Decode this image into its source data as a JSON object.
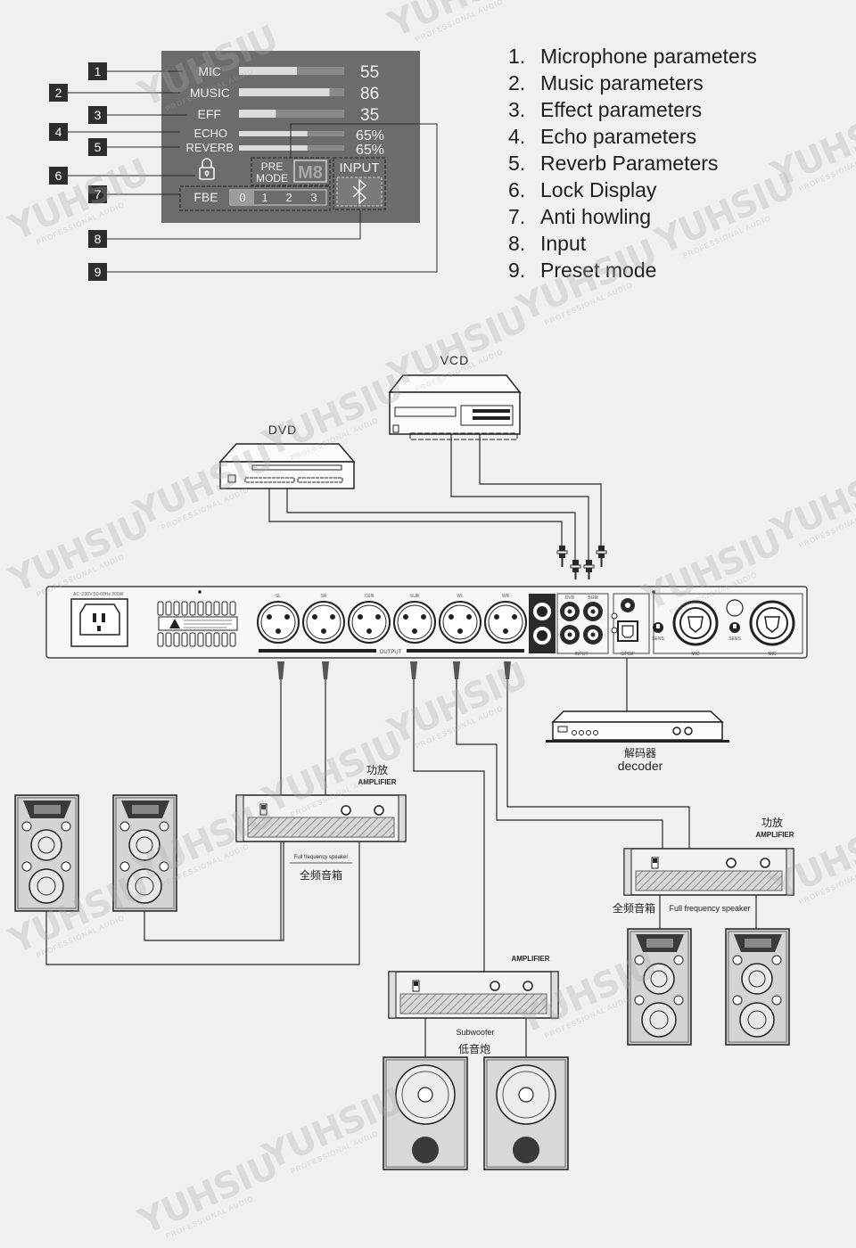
{
  "colors": {
    "screen_bg": "#6c6c6c",
    "screen_text": "#f2f2f2",
    "bar_fill": "#dcdcdc",
    "bar_track": "#8a8a8a",
    "callout_bg": "#2d2d2d",
    "line": "#2a2a2a",
    "device_body": "#f7f7f7",
    "speaker_body": "#c9c9c9"
  },
  "display": {
    "rows": [
      {
        "label": "MIC",
        "value": "55",
        "level": 0.55
      },
      {
        "label": "MUSIC",
        "value": "86",
        "level": 0.86
      },
      {
        "label": "EFF",
        "value": "35",
        "level": 0.35
      },
      {
        "label": "ECHO",
        "value": "65%",
        "level": 0.65
      },
      {
        "label": "REVERB",
        "value": "65%",
        "level": 0.65
      }
    ],
    "lock_icon": "lock-icon",
    "pre_mode_line1": "PRE",
    "pre_mode_line2": "MODE",
    "mode_value": "M8",
    "input_label": "INPUT",
    "input_icon": "bluetooth-icon",
    "fbe_label": "FBE",
    "fbe_options": [
      "0",
      "1",
      "2",
      "3"
    ],
    "fbe_selected": 0
  },
  "callouts": [
    "1",
    "2",
    "3",
    "4",
    "5",
    "6",
    "7",
    "8",
    "9"
  ],
  "legend": [
    {
      "num": "1.",
      "text": "Microphone parameters"
    },
    {
      "num": "2.",
      "text": "Music parameters"
    },
    {
      "num": "3.",
      "text": "Effect parameters"
    },
    {
      "num": "4.",
      "text": "Echo parameters"
    },
    {
      "num": "5.",
      "text": "Reverb Parameters"
    },
    {
      "num": "6.",
      "text": "Lock Display"
    },
    {
      "num": "7.",
      "text": "Anti howling"
    },
    {
      "num": "8.",
      "text": "Input"
    },
    {
      "num": "9.",
      "text": "Preset mode"
    }
  ],
  "sources": {
    "vcd": "VCD",
    "dvd": "DVD"
  },
  "processor": {
    "power_label": "AC~230V 50-60Hz 200W",
    "output_label": "OUTPUT",
    "input_label": "INPUT",
    "spdif_label": "S/PDIF",
    "mic_label": "MIC",
    "sens_label": "SENS",
    "output_channels": [
      "SL",
      "SR",
      "CEN",
      "SUB",
      "WL",
      "WR"
    ],
    "input_channels": [
      "DVD",
      "BGM"
    ]
  },
  "decoder": {
    "cn": "解码器",
    "en": "decoder"
  },
  "amp_left": {
    "cn": "功放",
    "en": "AMPLIFIER",
    "speaker_en": "Full frequency speaker",
    "speaker_cn": "全频音箱"
  },
  "amp_right": {
    "cn": "功放",
    "en": "AMPLIFIER",
    "speaker_cn": "全频音箱",
    "speaker_en": "Full frequency speaker"
  },
  "amp_sub": {
    "en": "AMPLIFIER",
    "speaker_en": "Subwoofer",
    "speaker_cn": "低音炮"
  },
  "watermark": {
    "brand": "YUHSIU",
    "tagline": "PROFESSIONAL AUDIO"
  }
}
